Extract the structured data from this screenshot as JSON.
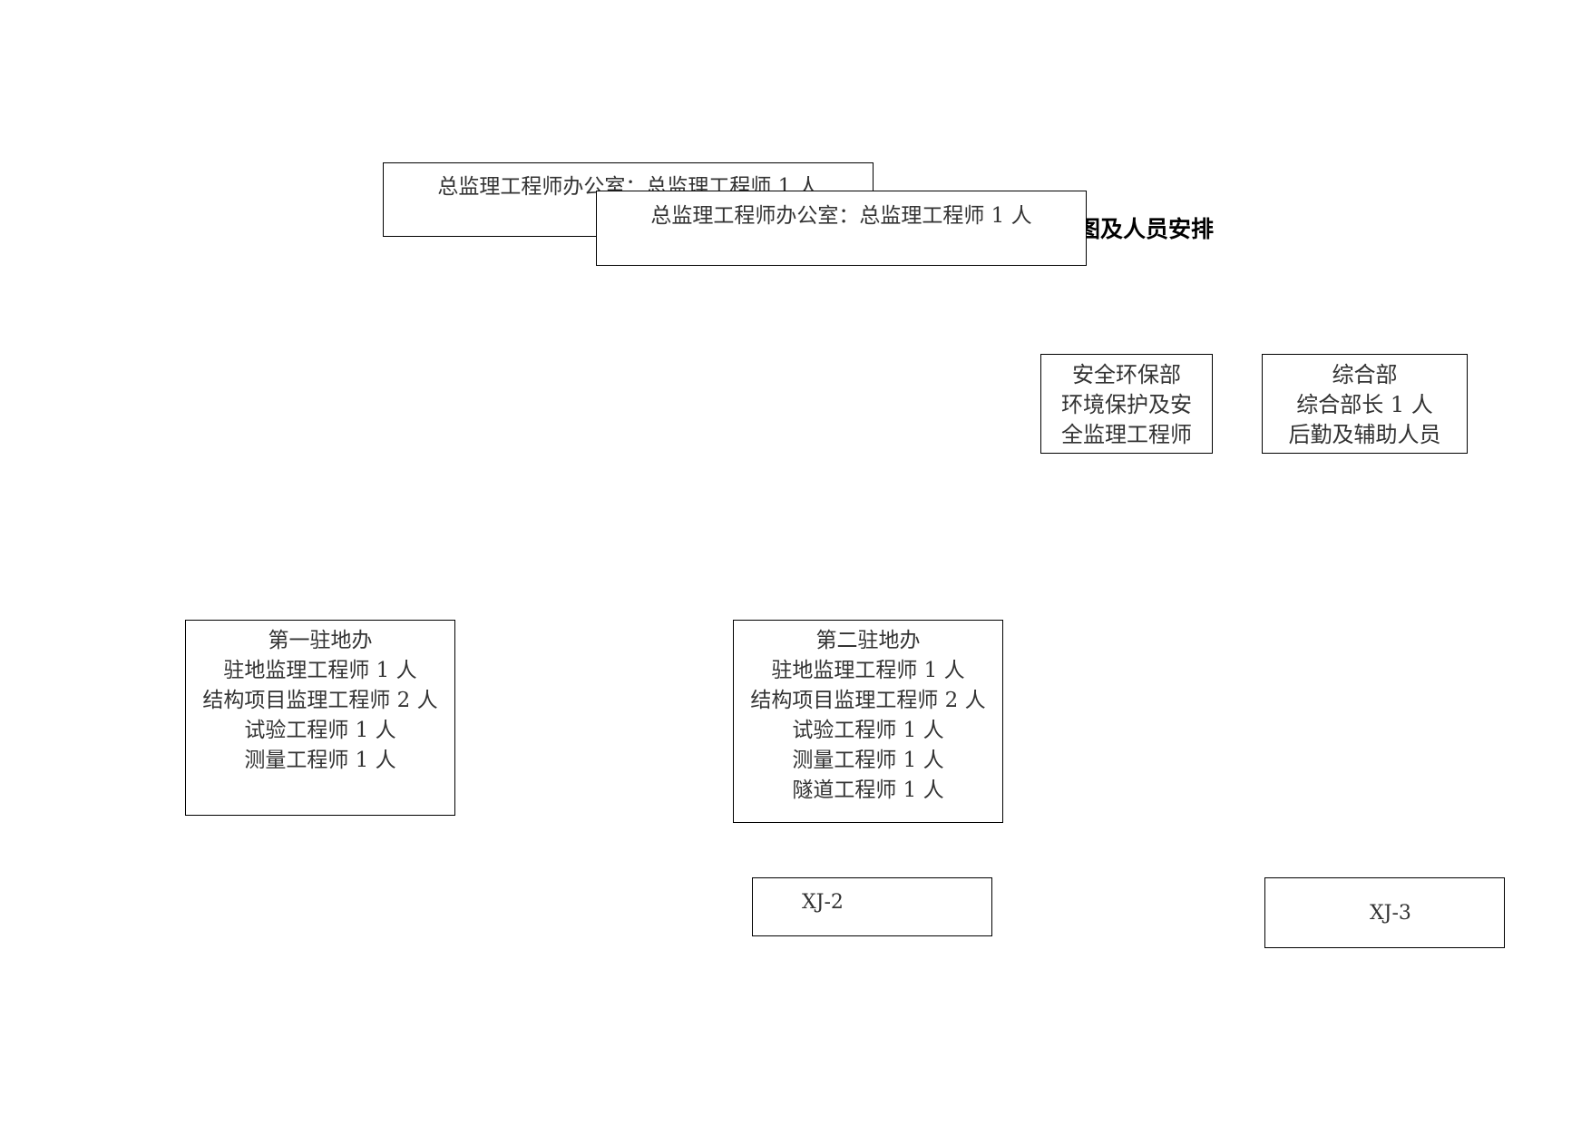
{
  "title_fragment": "图及人员安排",
  "chief_office_back": {
    "text": "总监理工程师办公室：总监理工程师 1 人"
  },
  "chief_office_front": {
    "text": "总监理工程师办公室：总监理工程师 1 人"
  },
  "safety_dept": {
    "lines": [
      "安全环保部",
      "环境保护及安",
      "全监理工程师"
    ]
  },
  "general_dept": {
    "lines": [
      "综合部",
      "综合部长 1 人",
      "后勤及辅助人员"
    ]
  },
  "station_1": {
    "lines": [
      "第一驻地办",
      "驻地监理工程师 1 人",
      "结构项目监理工程师 2 人",
      "试验工程师 1 人",
      "测量工程师 1 人"
    ]
  },
  "station_2": {
    "lines": [
      "第二驻地办",
      "驻地监理工程师 1 人",
      "结构项目监理工程师 2 人",
      "试验工程师 1 人",
      "测量工程师 1 人",
      "隧道工程师 1 人"
    ]
  },
  "section_xj2": {
    "label": "XJ-2"
  },
  "section_xj3": {
    "label": "XJ-3"
  }
}
